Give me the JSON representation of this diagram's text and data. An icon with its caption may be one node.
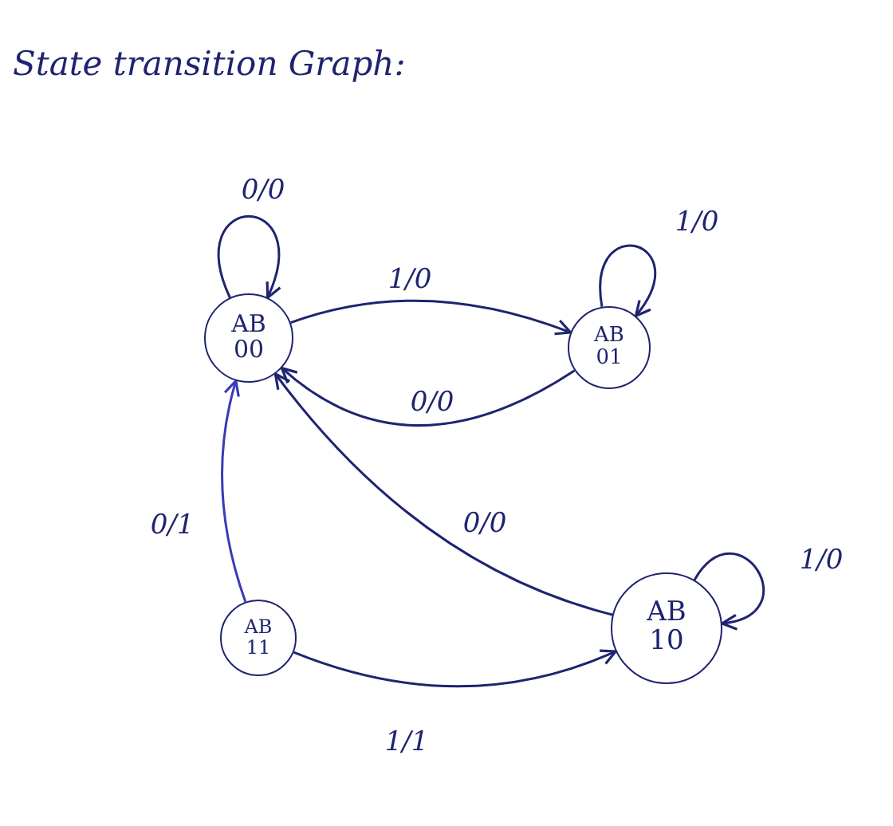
{
  "diagram": {
    "title": "State transition Graph:",
    "nodes": [
      {
        "text": [
          "AB",
          "00"
        ]
      },
      {
        "text": [
          "AB",
          "01"
        ]
      },
      {
        "text": [
          "AB",
          "11"
        ]
      },
      {
        "text": [
          "AB",
          "10"
        ]
      }
    ],
    "edges": [
      {
        "from": 0,
        "to": 0,
        "arrow": "to",
        "label": "0/0"
      },
      {
        "from": 0,
        "to": 1,
        "arrow": "to",
        "label": "1/0"
      },
      {
        "from": 1,
        "to": 0,
        "arrow": "to",
        "label": "0/0"
      },
      {
        "from": 1,
        "to": 1,
        "arrow": "to",
        "label": "1/0"
      },
      {
        "from": 2,
        "to": 0,
        "arrow": "to",
        "label": "0/1",
        "color": "#3a3ab8"
      },
      {
        "from": 3,
        "to": 0,
        "arrow": "to",
        "label": "0/0"
      },
      {
        "from": 3,
        "to": 3,
        "arrow": "to",
        "label": "1/0"
      },
      {
        "from": 2,
        "to": 3,
        "arrow": "to",
        "label": "1/1"
      }
    ]
  }
}
